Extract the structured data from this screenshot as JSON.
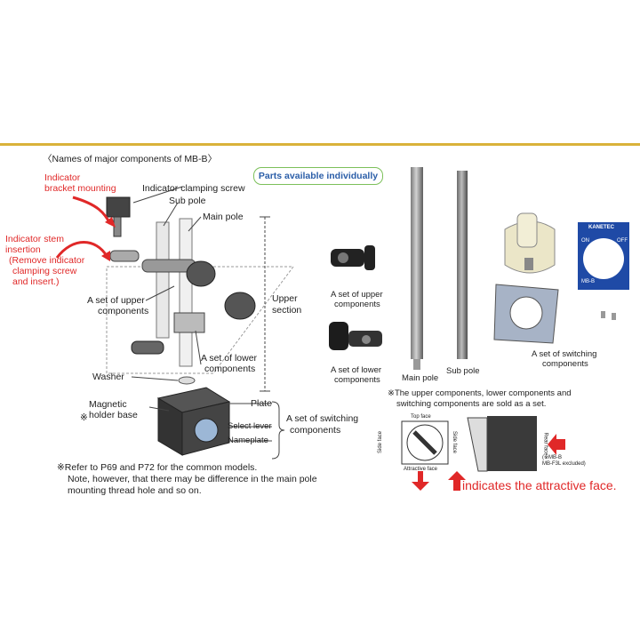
{
  "heading": "〈Names of major components of MB-B〉",
  "badge": "Parts available individually",
  "labels": {
    "indicator_bracket": [
      "Indicator",
      "bracket mounting"
    ],
    "indicator_clamping_screw": "Indicator clamping screw",
    "sub_pole": "Sub pole",
    "main_pole": "Main pole",
    "indicator_stem": [
      "Indicator stem",
      "insertion",
      "(Remove indicator",
      "clamping screw",
      "and insert.)"
    ],
    "upper_components": [
      "A set of upper",
      "components"
    ],
    "upper_section": [
      "Upper",
      "section"
    ],
    "lower_components": [
      "A set of lower",
      "components"
    ],
    "washer": "Washer",
    "magnetic_base": [
      "Magnetic",
      "holder base"
    ],
    "asterisk": "※",
    "plate": "Plate",
    "select_lever": "Select lever",
    "nameplate": "Nameplate",
    "switching_components": [
      "A set of switching",
      "components"
    ]
  },
  "notes": [
    "※Refer to P69 and P72 for the common models.",
    "Note, however, that there may be difference in the main pole",
    "mounting thread hole and so on."
  ],
  "parts": {
    "upper": [
      "A set of upper",
      "components"
    ],
    "lower": [
      "A set of lower",
      "components"
    ],
    "main_pole": "Main pole",
    "sub_pole": "Sub pole",
    "switching": [
      "A set of switching",
      "components"
    ],
    "brand": "KANETEC",
    "on": "ON",
    "off": "OFF",
    "model": "MB-B"
  },
  "set_note": [
    "※The upper components, lower components and",
    "switching components are sold as a set."
  ],
  "faces": {
    "top_face": "Top face",
    "side_face_left": "Side face",
    "side_face_right": "Side face",
    "attractive_face": "Attractive face",
    "rear_face": "Rear face",
    "model_note": [
      "(※MB-B",
      "MB-F3L excluded)"
    ]
  },
  "legend_text": "indicates the attractive face.",
  "colors": {
    "red": "#e02828",
    "gold": "#d9b23a",
    "blue": "#2b5ea8",
    "green": "#7cc05a"
  }
}
